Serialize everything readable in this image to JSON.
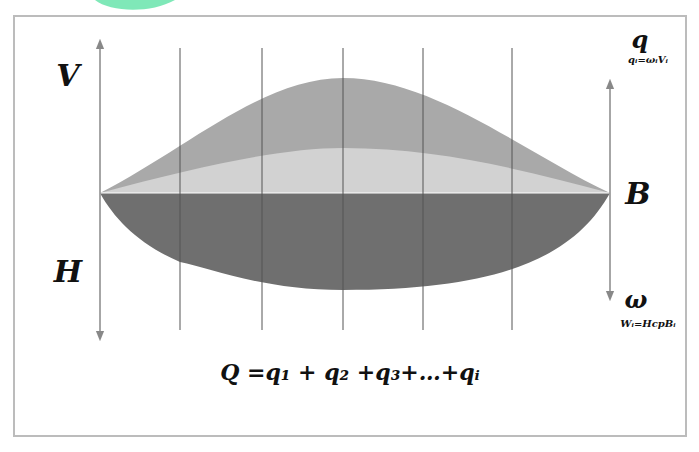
{
  "diagram": {
    "labels": [
      "V",
      "H",
      "q",
      "qᵢ=ωᵢVᵢ",
      "B",
      "ω",
      "Wᵢ=HcpBᵢ",
      "Q =q₁ + q₂ +q₃+…+qᵢ"
    ]
  }
}
